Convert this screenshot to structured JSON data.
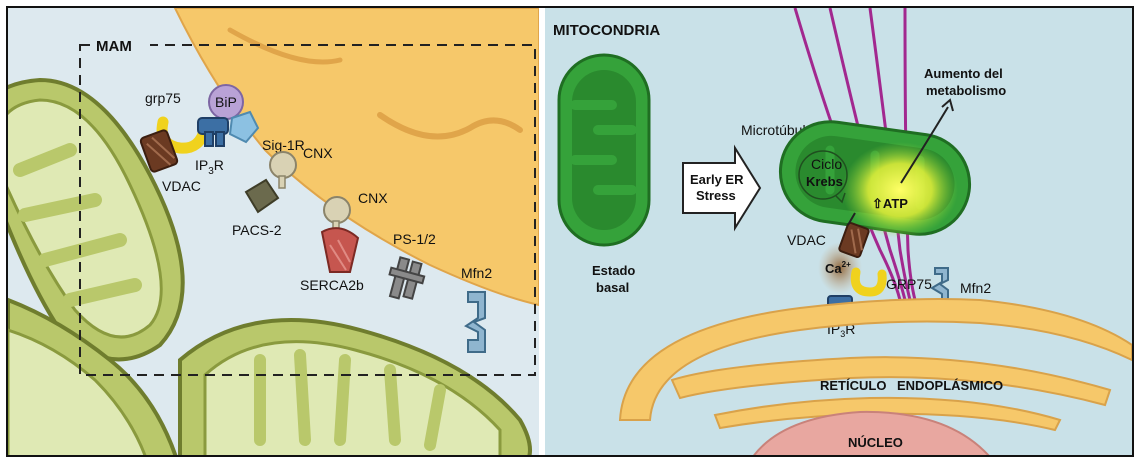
{
  "left_panel": {
    "title": "MAM",
    "labels": {
      "grp75": "grp75",
      "bip": "BiP",
      "sig1r": "Sig-1R",
      "ip3r": "IP",
      "ip3r_sub": "3",
      "ip3r_suffix": "R",
      "vdac": "VDAC",
      "cnx_top": "CNX",
      "pacs2": "PACS-2",
      "cnx_bottom": "CNX",
      "serca2b": "SERCA2b",
      "ps12": "PS-1/2",
      "mfn2": "Mfn2"
    }
  },
  "right_panel": {
    "title": "MITOCONDRIA",
    "labels": {
      "microtubulos": "Microtúbulos",
      "aumento_line1": "Aumento del",
      "aumento_line2": "metabolismo",
      "early_er_line1": "Early ER",
      "early_er_line2": "Stress",
      "estado_line1": "Estado",
      "estado_line2": "basal",
      "ciclo": "Ciclo",
      "krebs": "Krebs",
      "atp": "⇧ATP",
      "vdac": "VDAC",
      "ca": "Ca",
      "ca_sup": "2+",
      "grp75": "GRP75",
      "ip3r": "IP",
      "ip3r_sub": "3",
      "ip3r_suffix": "R",
      "mfn2": "Mfn2",
      "reticulo": "RETÍCULO",
      "endoplasmico": "ENDOPLÁSMICO",
      "nucleo": "NÚCLEO"
    }
  },
  "colors": {
    "left_bg": "#dde9ef",
    "right_bg": "#c9e1e8",
    "er": "#f6c86a",
    "mito_olive": "#b9c86b",
    "mito_olive_dark": "#6f7d2e",
    "mito_green": "#35a23a",
    "mito_green_dark": "#1f6e22",
    "nucleus": "#e8a7a0",
    "microtubule": "#a2288f",
    "bip": "#b9a2d6",
    "sig1r": "#8cc1e2",
    "ip3r": "#3c6fa4",
    "grp75": "#f0d21d",
    "vdac": "#6b3a22",
    "cnx": "#d9d2b4",
    "pacs2": "#6b6a4d",
    "serca": "#c6564f",
    "ps": "#8a8a8a",
    "mfn2": "#8fb5cf"
  }
}
